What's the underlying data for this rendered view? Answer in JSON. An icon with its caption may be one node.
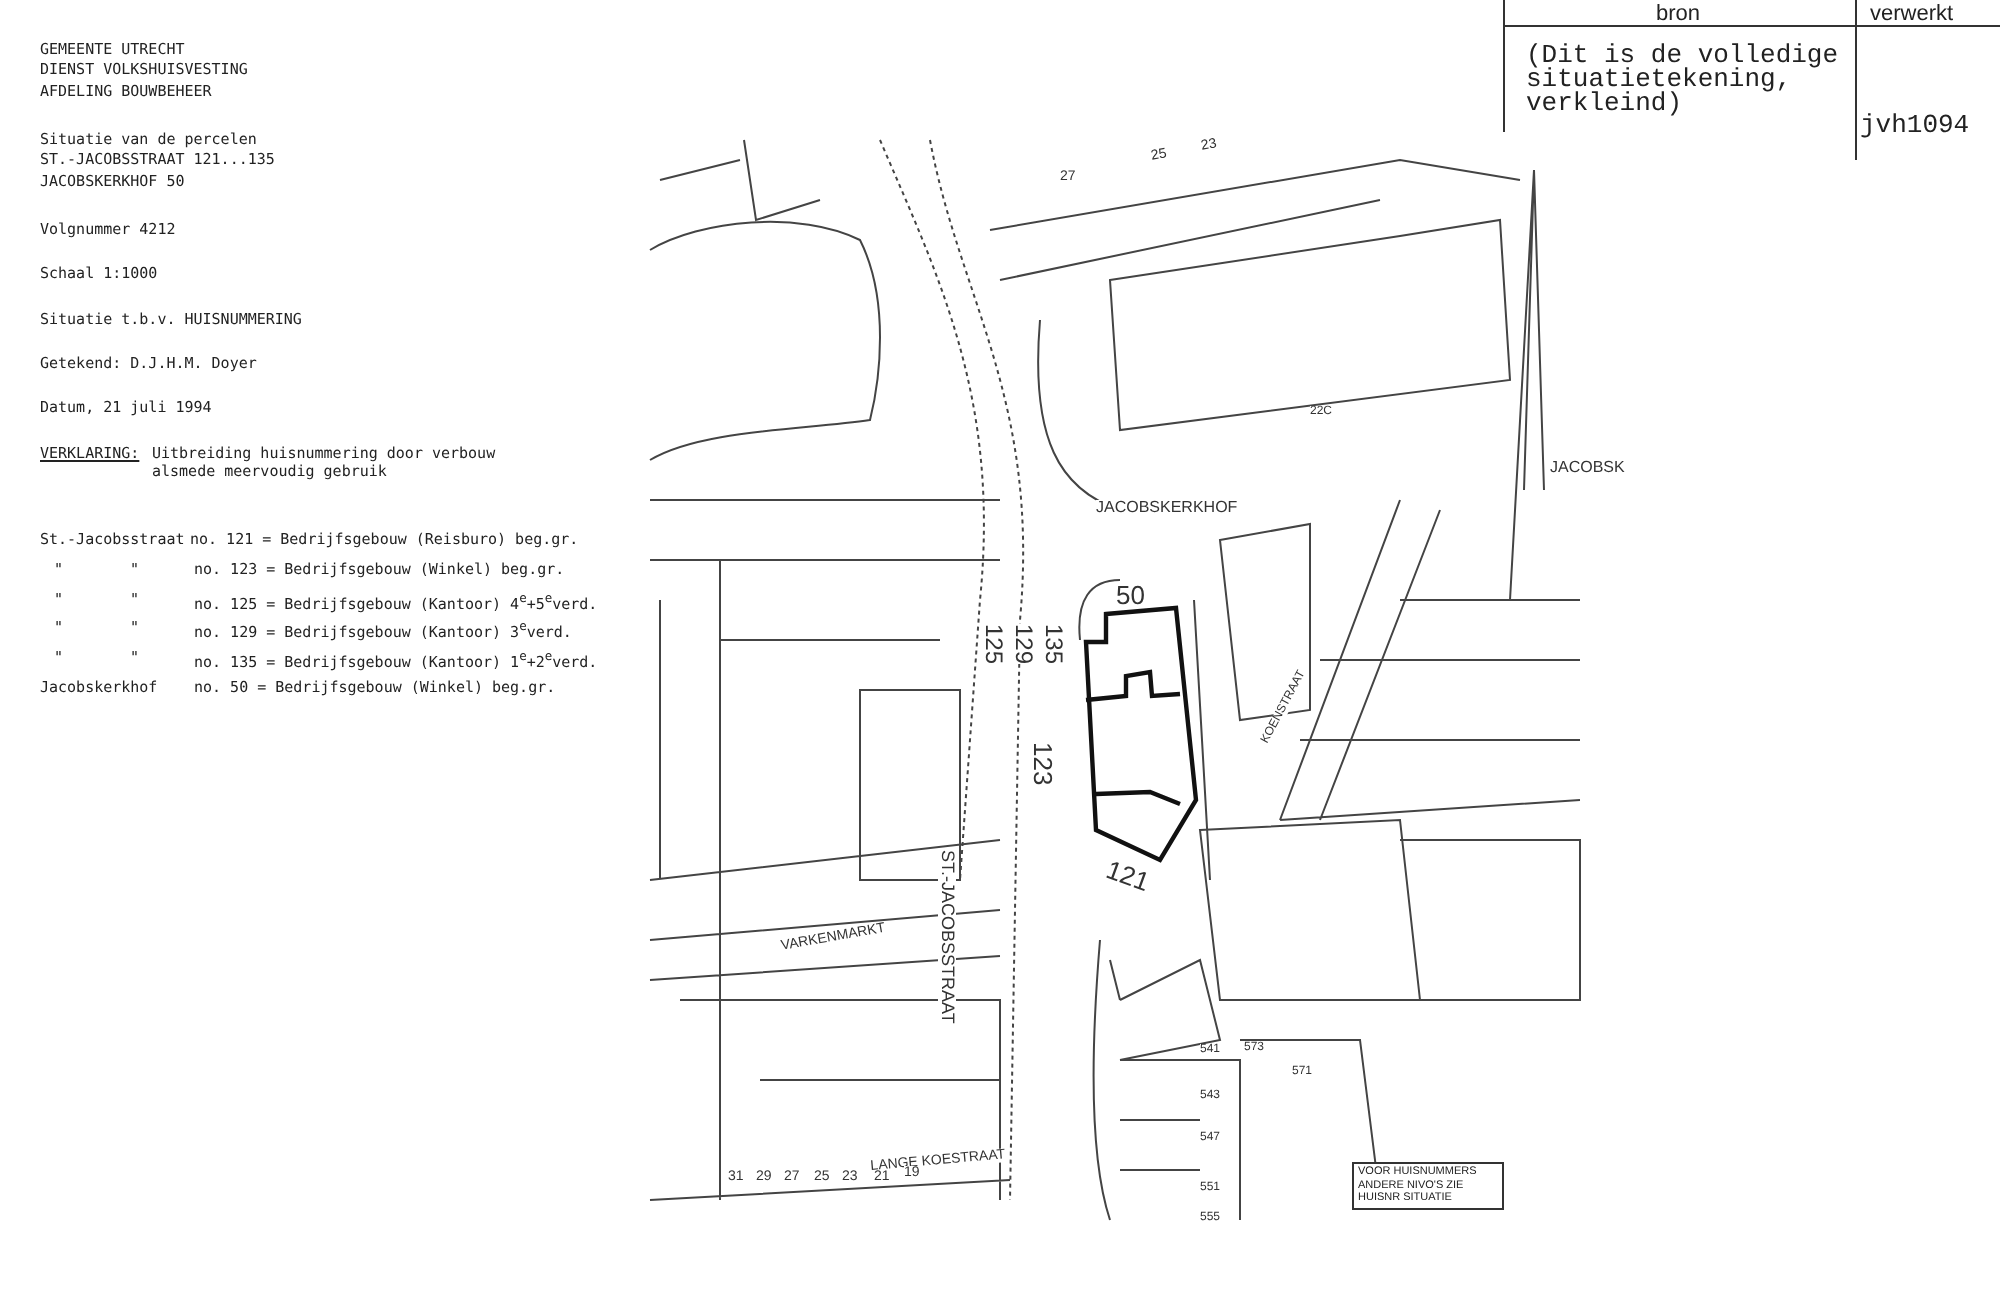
{
  "diagram": {
    "nodes": [
      {
        "text": [
          "VOOR HUISNUMMERS ANDERE NIVO'S ZIE HUISNR SITUATIE"
        ]
      }
    ],
    "labels": [
      "GEMEENTE UTRECHT",
      "DIENST VOLKSHUISVESTING",
      "AFDELING BOUWBEHEER",
      "Situatie van de percelen",
      "ST.-JACOBSSTRAAT 121...135",
      "JACOBSKERKHOF 50",
      "Volgnummer 4212",
      "Schaal 1:1000",
      "Situatie t.b.v. HUISNUMMERING",
      "Getekend: D.J.H.M. Doyer",
      "Datum, 21 juli 1994",
      "VERKLARING:",
      "Uitbreiding huisnummering door verbouw alsmede meervoudig gebruik",
      "St.-Jacobsstraat",
      "no. 121 = Bedrijfsgebouw (Reisburo) beg.gr.",
      "\"",
      "\"",
      "no. 123 = Bedrijfsgebouw (Winkel) beg.gr.",
      "\"",
      "\"",
      "no. 125 = Bedrijfsgebouw (Kantoor) 4$^{e}$+5$^{e}$verd.",
      "\"",
      "\"",
      "no. 129 = Bedrijfsgebouw (Kantoor) 3$^{e}$verd.",
      "\"",
      "\"",
      "no. 135 = Bedrijfsgebouw (Kantoor) 1$^{e}$+2$^{e}$verd.",
      "Jacobskerkhof",
      "no. 50 = Bedrijfsgebouw (Winkel) beg.gr.",
      "bron",
      "verwerkt",
      "(Dit is de volledige situatietekening, verkleind)",
      "jvh1094",
      "27",
      "25",
      "23",
      "22C",
      "JACOBSK",
      "JACOBSKERKHOF",
      "50",
      "125",
      "129",
      "135",
      "123",
      "121",
      "ST.-JACOBSSTRAAT",
      "KOENSTRAAT",
      "VARKENMARKT",
      "LANGE KOESTRAAT",
      "31",
      "29",
      "27",
      "25",
      "23",
      "21",
      "19",
      "541",
      "543",
      "547",
      "551",
      "555",
      "573",
      "571"
    ]
  }
}
